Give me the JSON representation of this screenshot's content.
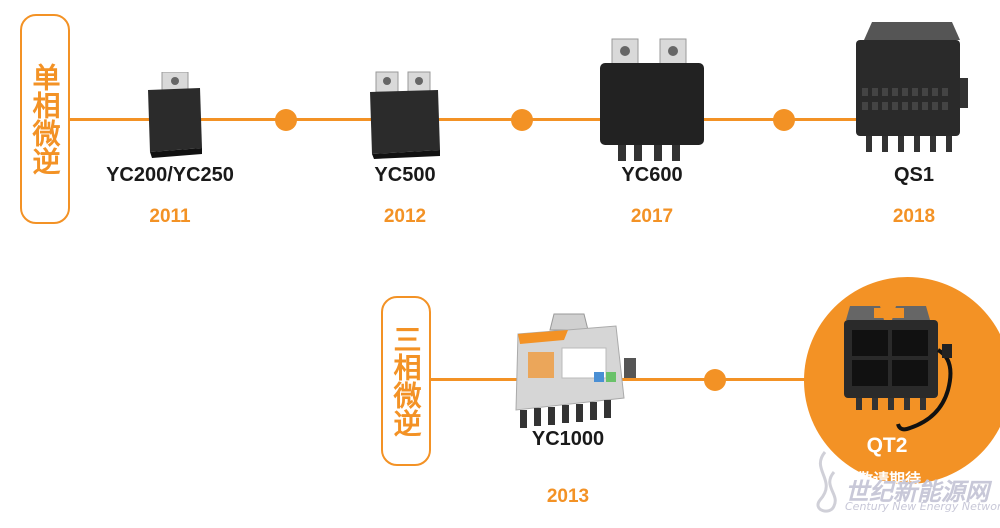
{
  "single_phase": {
    "label": "单相微逆",
    "products": [
      {
        "model": "YC200/YC250",
        "year": "2011"
      },
      {
        "model": "YC500",
        "year": "2012"
      },
      {
        "model": "YC600",
        "year": "2017"
      },
      {
        "model": "QS1",
        "year": "2018"
      }
    ]
  },
  "three_phase": {
    "label": "三相微逆",
    "products": [
      {
        "model": "YC1000",
        "year": "2013"
      },
      {
        "model": "QT2",
        "subtitle": "敬请期待"
      }
    ]
  },
  "watermark": {
    "title": "世纪新能源网",
    "subtitle": "Century New Energy Network"
  },
  "colors": {
    "accent": "#f39225",
    "device": "#2a2a2a",
    "text": "#1a1a1a"
  }
}
